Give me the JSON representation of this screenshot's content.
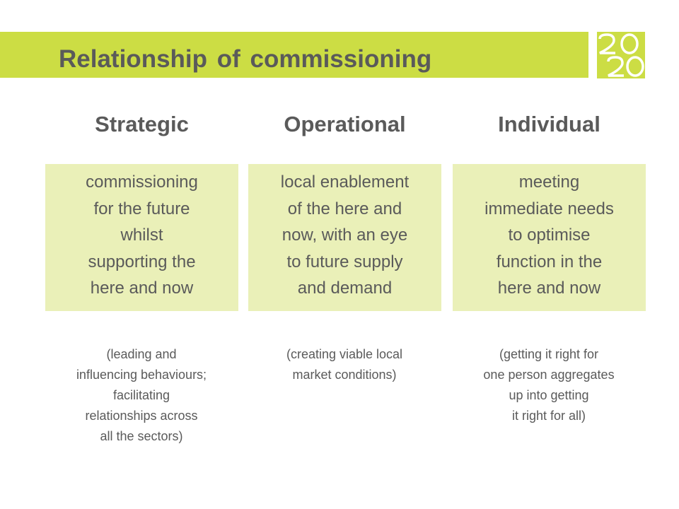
{
  "slide": {
    "title": "Relationship of commissioning",
    "logo_text": "2020",
    "colors": {
      "accent": "#ccdd44",
      "box_fill": "#eaf0b8",
      "text": "#5a5a5a"
    }
  },
  "columns": [
    {
      "heading": "Strategic",
      "box_lines": [
        "commissioning",
        "for the future",
        "whilst",
        "supporting the",
        "here and now"
      ],
      "note_lines": [
        "(leading and",
        "influencing behaviours;",
        "facilitating",
        "relationships across",
        "all the sectors)"
      ]
    },
    {
      "heading": "Operational",
      "box_lines": [
        "local enablement",
        "of the here and",
        "now, with an eye",
        "to future supply",
        "and demand"
      ],
      "note_lines": [
        "(creating viable local",
        "market conditions)"
      ]
    },
    {
      "heading": "Individual",
      "box_lines": [
        "meeting",
        "immediate needs",
        "to optimise",
        "function in the",
        "here and now"
      ],
      "note_lines": [
        "(getting it right for",
        "one person aggregates",
        "up into getting",
        "it right for all)"
      ]
    }
  ]
}
